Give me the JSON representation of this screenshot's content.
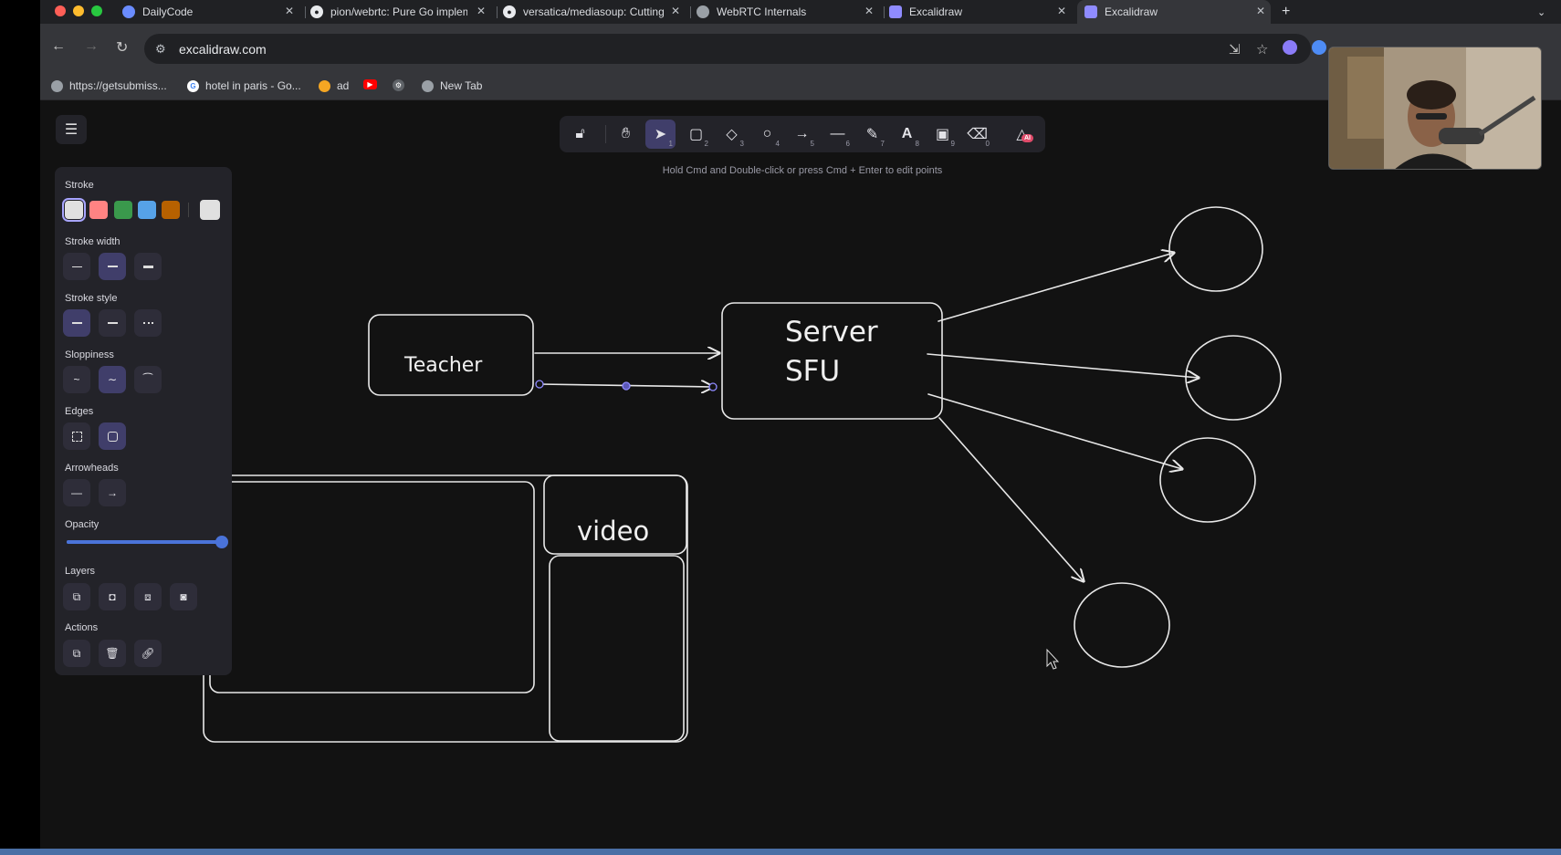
{
  "browser": {
    "tabs": [
      {
        "label": "DailyCode",
        "icon": "dailycode-icon",
        "active": false
      },
      {
        "label": "pion/webrtc: Pure Go implem",
        "icon": "github-icon",
        "active": false
      },
      {
        "label": "versatica/mediasoup: Cutting",
        "icon": "github-icon",
        "active": false
      },
      {
        "label": "WebRTC Internals",
        "icon": "globe-icon",
        "active": false
      },
      {
        "label": "Excalidraw",
        "icon": "excalidraw-icon",
        "active": false
      },
      {
        "label": "Excalidraw",
        "icon": "excalidraw-icon",
        "active": true
      }
    ],
    "url": "excalidraw.com",
    "bookmarks": [
      {
        "label": "https://getsubmiss...",
        "icon": "globe-icon"
      },
      {
        "label": "hotel in paris - Go...",
        "icon": "google-icon"
      },
      {
        "label": "ad",
        "icon": "fire-icon"
      },
      {
        "label": "",
        "icon": "youtube-icon"
      },
      {
        "label": "",
        "icon": "gear-icon"
      },
      {
        "label": "New Tab",
        "icon": "globe-icon"
      }
    ]
  },
  "excalidraw": {
    "toolbar": {
      "tools": [
        {
          "name": "lock",
          "num": ""
        },
        {
          "name": "hand",
          "num": ""
        },
        {
          "name": "selection",
          "num": "1",
          "active": true
        },
        {
          "name": "rectangle",
          "num": "2"
        },
        {
          "name": "diamond",
          "num": "3"
        },
        {
          "name": "ellipse",
          "num": "4"
        },
        {
          "name": "arrow",
          "num": "5"
        },
        {
          "name": "line",
          "num": "6"
        },
        {
          "name": "draw",
          "num": "7"
        },
        {
          "name": "text",
          "num": "8"
        },
        {
          "name": "image",
          "num": "9"
        },
        {
          "name": "eraser",
          "num": "0"
        },
        {
          "name": "ai-tools",
          "num": ""
        }
      ],
      "ai_badge": "AI"
    },
    "hint": "Hold Cmd and Double-click or press Cmd + Enter to edit points",
    "properties": {
      "stroke_label": "Stroke",
      "stroke_colors": [
        "#e0e0e0",
        "#ff8383",
        "#3a994c",
        "#56a2e8",
        "#b76100",
        "#e0e0e0"
      ],
      "stroke_width_label": "Stroke width",
      "stroke_style_label": "Stroke style",
      "sloppiness_label": "Sloppiness",
      "edges_label": "Edges",
      "arrowheads_label": "Arrowheads",
      "opacity_label": "Opacity",
      "opacity_value": 100,
      "layers_label": "Layers",
      "actions_label": "Actions"
    },
    "drawing": {
      "teacher_label": "Teacher",
      "server_line1": "Server",
      "server_line2": "SFU",
      "video_label": "video"
    }
  },
  "colors": {
    "canvas_bg": "#121212",
    "island_bg": "#232329",
    "selected": "#403e6a",
    "accent": "#a8a5ff"
  }
}
